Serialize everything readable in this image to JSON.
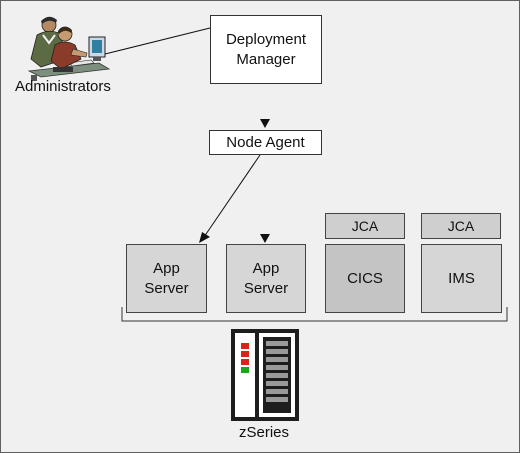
{
  "labels": {
    "administrators": "Administrators",
    "deployment_manager": "Deployment\nManager",
    "node_agent": "Node Agent",
    "app_server_1": "App\nServer",
    "app_server_2": "App\nServer",
    "jca_1": "JCA",
    "jca_2": "JCA",
    "cics": "CICS",
    "ims": "IMS",
    "zseries": "zSeries"
  }
}
